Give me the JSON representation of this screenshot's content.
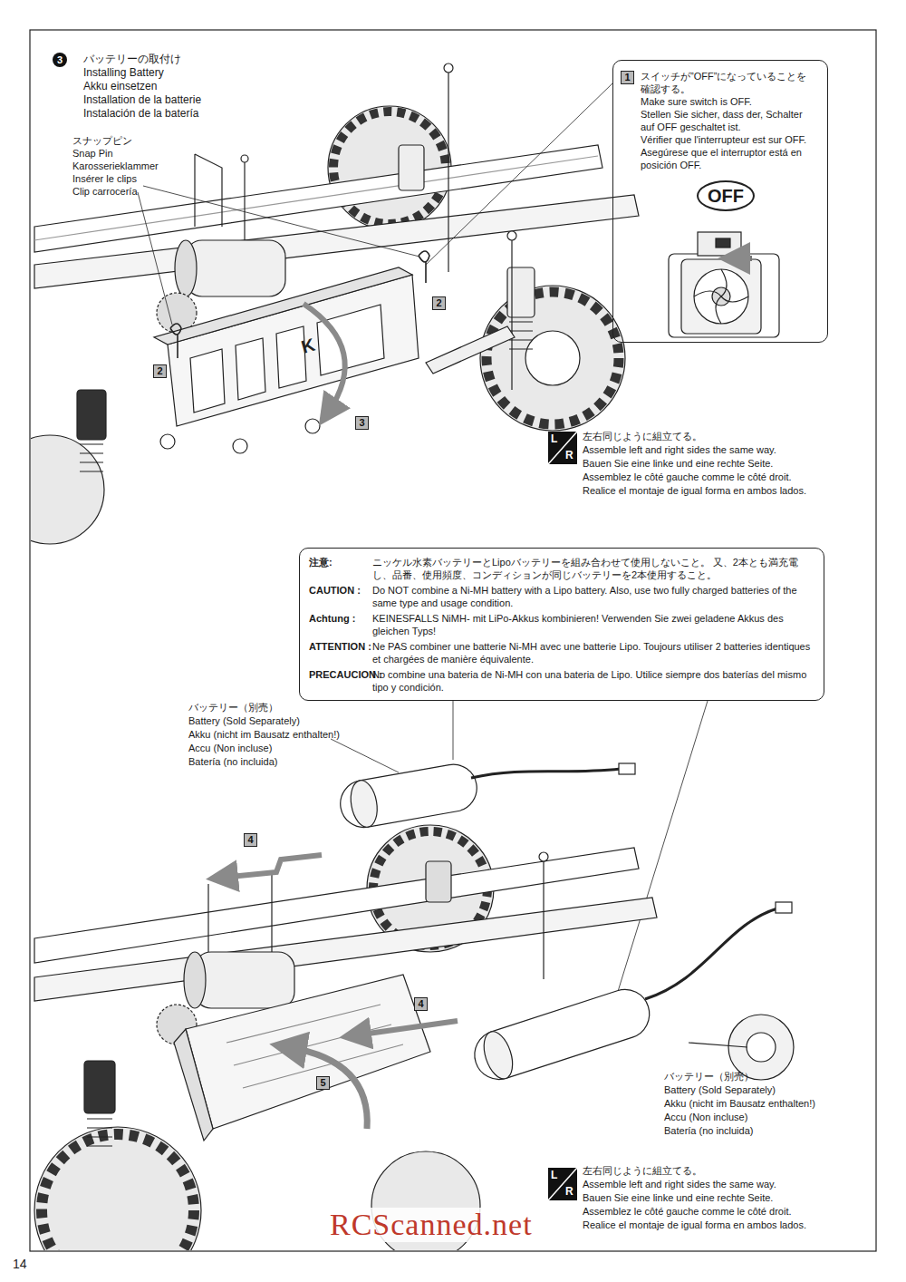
{
  "diagram": {
    "title": "バッテリーの取付け",
    "nodes": [
      {
        "text": [
          "1",
          "スイッチが”OFF”になっていることを確認する。",
          "Make sure switch is OFF.",
          "Stellen Sie sicher, dass der, Schalter auf OFF geschaltet ist.",
          "Vérifier que l'interrupteur est sur OFF.",
          "Asegúrese que el interruptor está en posición OFF.",
          "OFF"
        ]
      },
      {
        "text": [
          "注意:",
          "ニッケル水素バッテリーとLipoバッテリーを組み合わせて使用しないこと。 又、2本とも満充電し、品番、使用頻度、コンディションが同じバッテリーを2本使用すること。",
          "CAUTION :",
          "Do NOT combine a Ni-MH battery with a Lipo battery. Also, use two fully charged batteries of the same type and usage condition.",
          "Achtung :",
          "KEINESFALLS NiMH- mit LiPo-Akkus kombinieren! Verwenden Sie zwei geladene Akkus des gleichen Typs!",
          "ATTENTION :",
          "Ne PAS combiner une batterie Ni-MH avec une batterie Lipo. Toujours utiliser 2 batteries identiques et chargées de manière équivalente.",
          "PRECAUCION :",
          "No combine una bateria de Ni-MH con una bateria de Lipo. Utilice siempre dos baterías del mismo tipo y condición."
        ]
      }
    ],
    "labels": [
      "3",
      "Installing Battery",
      "Akku einsetzen",
      "Installation de la batterie",
      "Instalación de la batería",
      "スナップピン",
      "Snap Pin",
      "Karosserieklammer",
      "Insérer le clips",
      "Clip carrocería",
      "2",
      "2",
      "3",
      "L",
      "R",
      "左右同じように組立てる。",
      "Assemble left and right sides the same way.",
      "Bauen Sie eine linke und eine rechte Seite.",
      "Assemblez le côté gauche comme le côté droit.",
      "Realice el montaje de igual forma en ambos lados.",
      "バッテリー（別売）",
      "Battery (Sold Separately)",
      "Akku (nicht im Bausatz enthalten!)",
      "Accu (Non incluse)",
      "Batería (no incluida)",
      "4",
      "4",
      "5",
      "バッテリー（別売）",
      "Battery (Sold Separately)",
      "Akku (nicht im Bausatz enthalten!)",
      "Accu (Non incluse)",
      "Batería (no incluida)",
      "L",
      "R",
      "左右同じように組立てる。",
      "Assemble left and right sides the same way.",
      "Bauen Sie eine linke und eine rechte Seite.",
      "Assemblez le côté gauche comme le côté droit.",
      "Realice el montaje de igual forma en ambos lados.",
      "14",
      "RCScanned.net"
    ]
  }
}
